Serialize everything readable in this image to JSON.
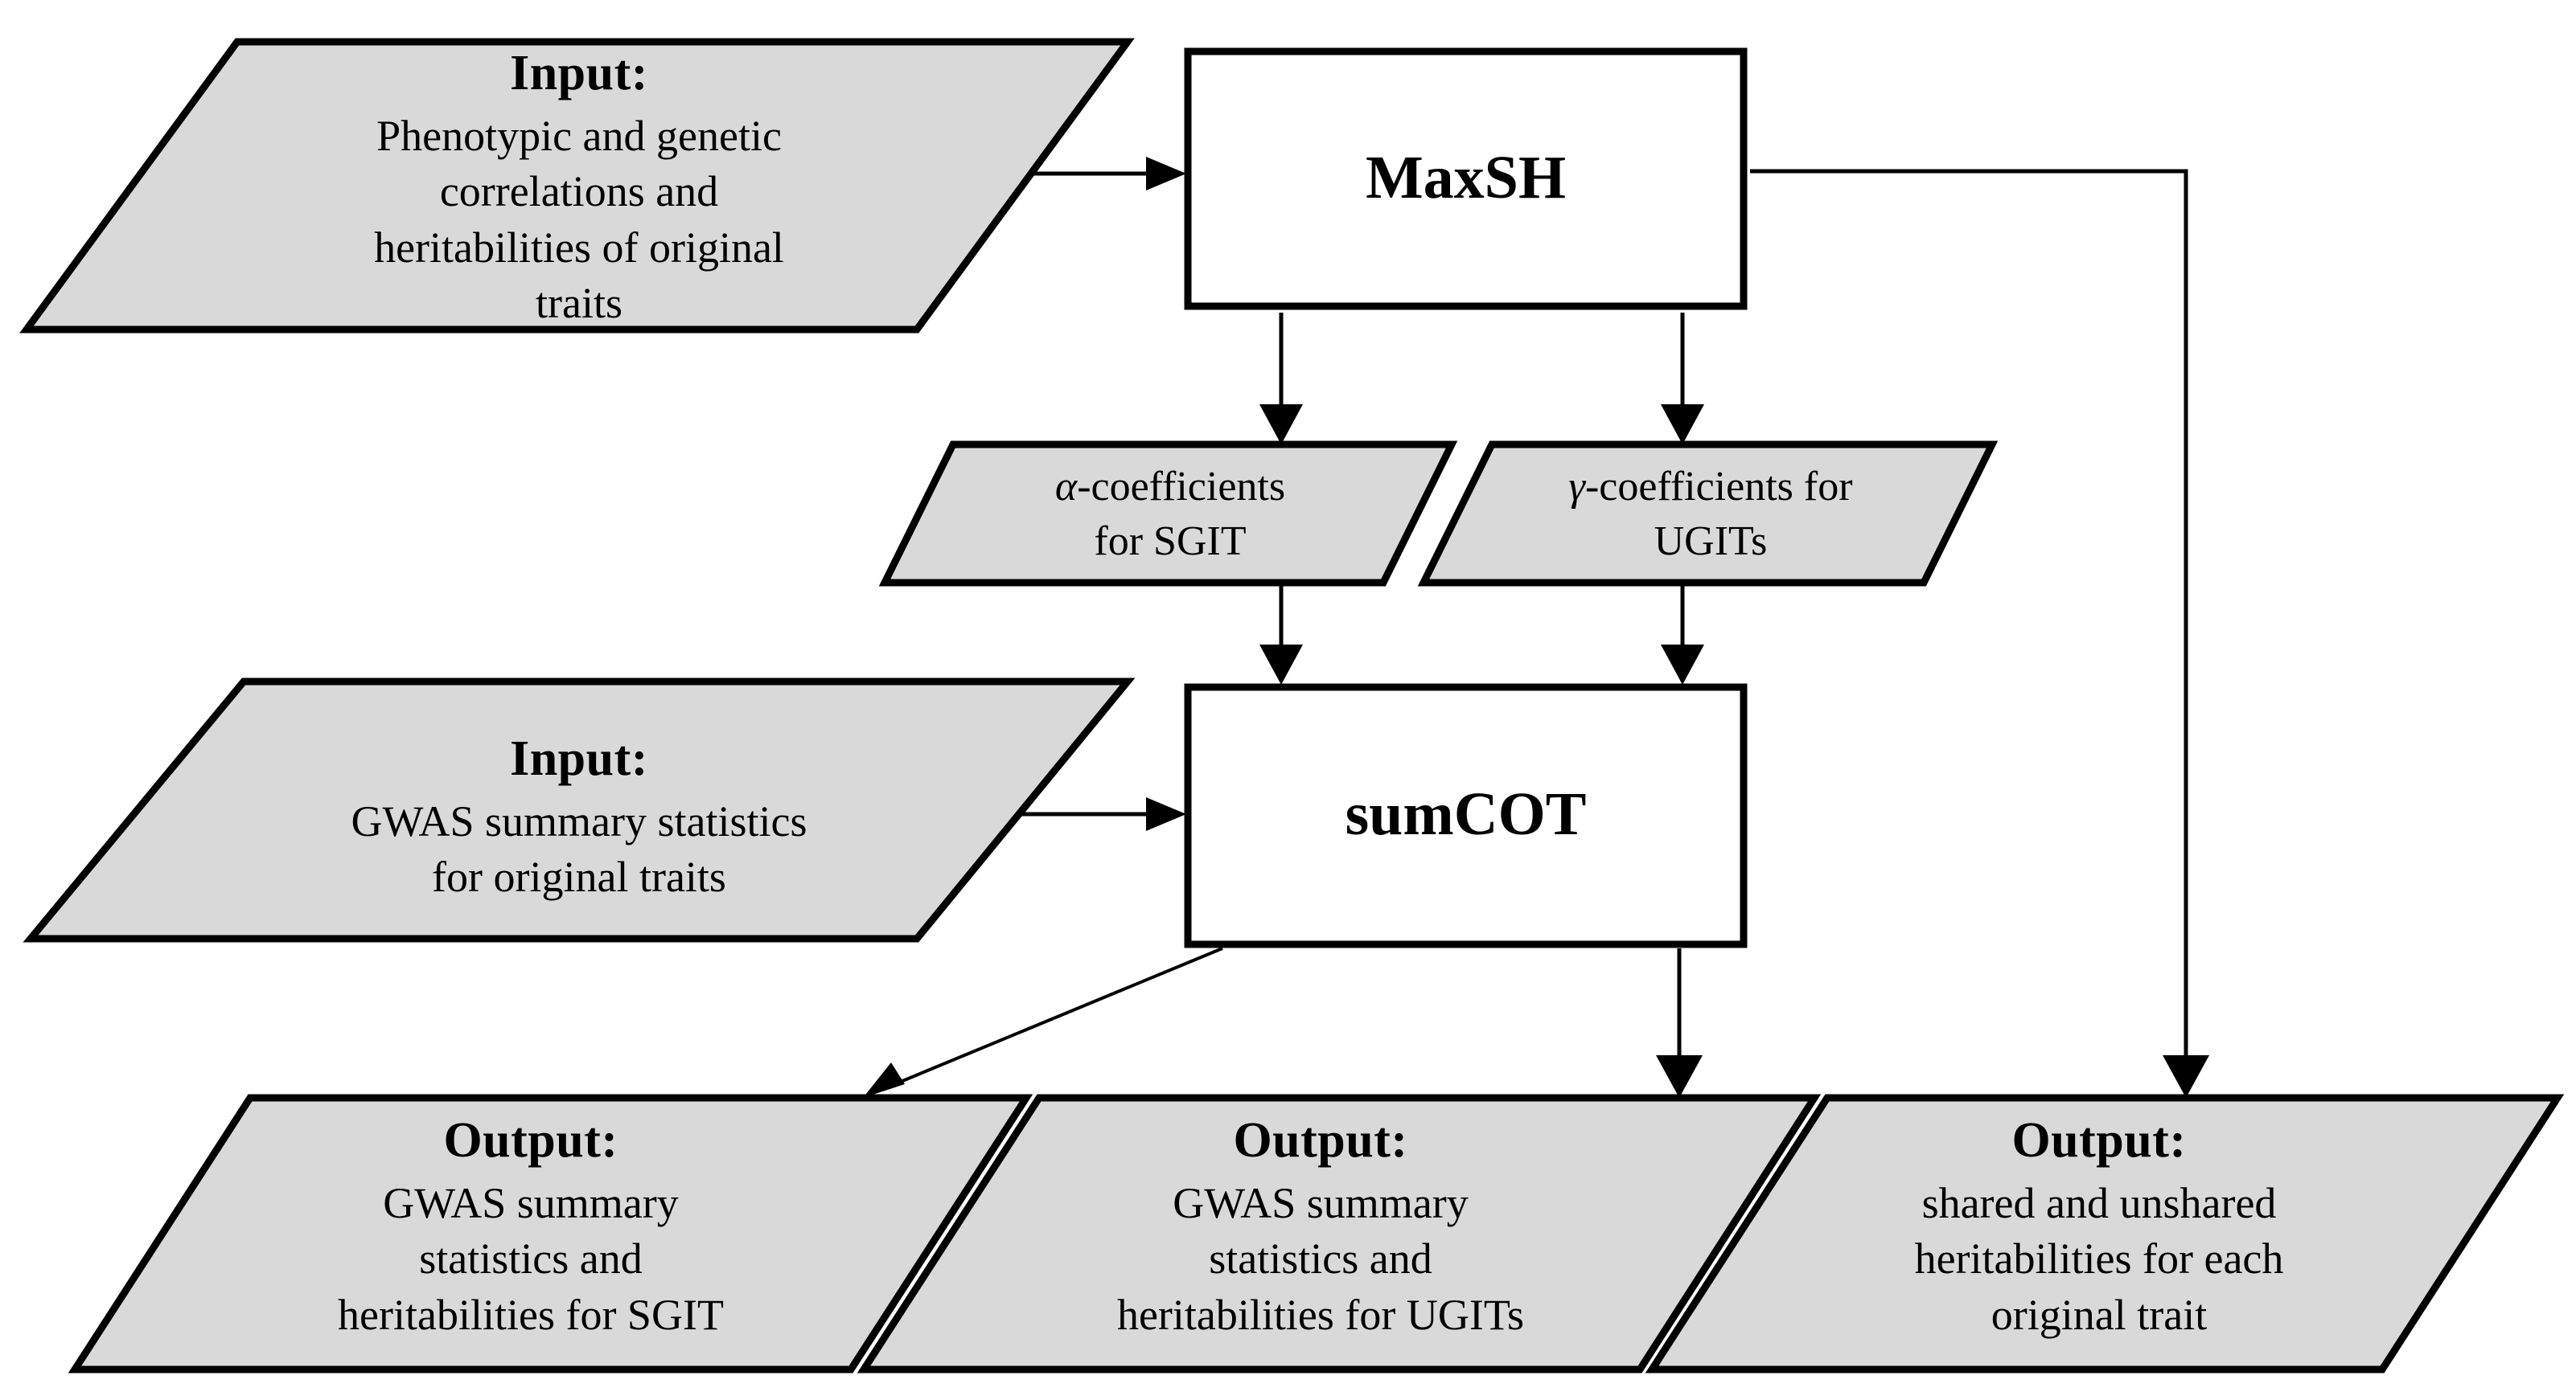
{
  "figure": {
    "type": "flowchart",
    "orientation": "top-to-bottom",
    "fill_color": "#d9d9d9",
    "process_fill_color": "#ffffff",
    "stroke_color": "#000000",
    "background_color": "#ffffff"
  },
  "nodes": {
    "input_top": {
      "shape": "parallelogram",
      "heading": "Input:",
      "body": "Phenotypic and genetic correlations and heritabilities of original traits",
      "lines": [
        "Phenotypic and genetic",
        "correlations and",
        "heritabilities of original",
        "traits"
      ]
    },
    "maxsh": {
      "shape": "rectangle",
      "label": "MaxSH"
    },
    "alpha_coef": {
      "shape": "parallelogram",
      "symbol": "α",
      "lines": [
        "-coefficients",
        "for SGIT"
      ],
      "text": "α-coefficients for SGIT"
    },
    "gamma_coef": {
      "shape": "parallelogram",
      "symbol": "γ",
      "lines": [
        "-coefficients for",
        "UGITs"
      ],
      "text": "γ-coefficients for UGITs"
    },
    "input_mid": {
      "shape": "parallelogram",
      "heading": "Input:",
      "body": "GWAS summary statistics for original traits",
      "lines": [
        "GWAS summary statistics",
        "for original traits"
      ]
    },
    "sumcot": {
      "shape": "rectangle",
      "label": "sumCOT"
    },
    "output_sgit": {
      "shape": "parallelogram",
      "heading": "Output:",
      "body": "GWAS summary statistics and heritabilities for SGIT",
      "lines": [
        "GWAS summary",
        "statistics and",
        "heritabilities for SGIT"
      ]
    },
    "output_ugits": {
      "shape": "parallelogram",
      "heading": "Output:",
      "body": "GWAS summary statistics and heritabilities for UGITs",
      "lines": [
        "GWAS summary",
        "statistics and",
        "heritabilities for UGITs"
      ]
    },
    "output_heritabilities": {
      "shape": "parallelogram",
      "heading": "Output:",
      "body": "shared and unshared heritabilities for each original trait",
      "lines": [
        "shared and unshared",
        "heritabilities for each",
        "original trait"
      ]
    }
  },
  "edges": [
    {
      "from": "input_top",
      "to": "maxsh",
      "style": "straight-horizontal"
    },
    {
      "from": "maxsh",
      "to": "alpha_coef",
      "style": "straight-vertical"
    },
    {
      "from": "maxsh",
      "to": "gamma_coef",
      "style": "straight-vertical"
    },
    {
      "from": "maxsh",
      "to": "output_heritabilities",
      "style": "elbow-right"
    },
    {
      "from": "alpha_coef",
      "to": "sumcot",
      "style": "straight-vertical"
    },
    {
      "from": "gamma_coef",
      "to": "sumcot",
      "style": "straight-vertical"
    },
    {
      "from": "input_mid",
      "to": "sumcot",
      "style": "straight-horizontal"
    },
    {
      "from": "sumcot",
      "to": "output_sgit",
      "style": "diagonal"
    },
    {
      "from": "sumcot",
      "to": "output_ugits",
      "style": "straight-vertical"
    }
  ]
}
